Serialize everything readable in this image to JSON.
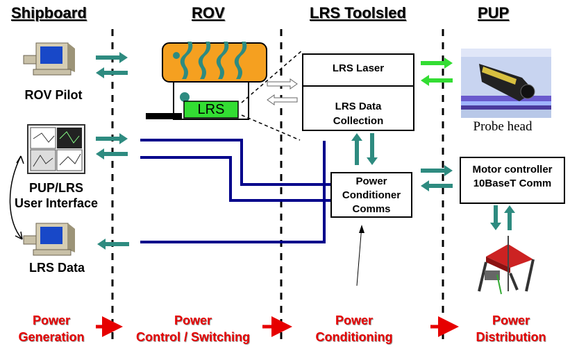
{
  "columns": {
    "shipboard": "Shipboard",
    "rov": "ROV",
    "lrs_toolsled": "LRS Toolsled",
    "pup": "PUP"
  },
  "shipboard": {
    "rov_pilot": "ROV Pilot",
    "ui_line1": "PUP/LRS",
    "ui_line2": "User Interface",
    "lrs_data": "LRS Data"
  },
  "rov": {
    "lrs_label": "LRS"
  },
  "toolsled": {
    "laser": "LRS Laser",
    "data_line1": "LRS Data",
    "data_line2": "Collection",
    "power_line1": "Power",
    "power_line2": "Conditioner",
    "power_line3": "Comms"
  },
  "pup": {
    "probe_head": "Probe head",
    "motor_line1": "Motor controller",
    "motor_line2": "10BaseT Comm"
  },
  "power_chain": {
    "generation_line1": "Power",
    "generation_line2": "Generation",
    "control_line1": "Power",
    "control_line2": "Control / Switching",
    "conditioning_line1": "Power",
    "conditioning_line2": "Conditioning",
    "distribution_line1": "Power",
    "distribution_line2": "Distribution"
  },
  "colors": {
    "cable_blue": "#00008b",
    "teal_arrow": "#2e8b80",
    "green_arrow": "#33dd33",
    "power_red": "#e60000",
    "rov_orange": "#f5a020",
    "lrs_green": "#33dd33"
  }
}
